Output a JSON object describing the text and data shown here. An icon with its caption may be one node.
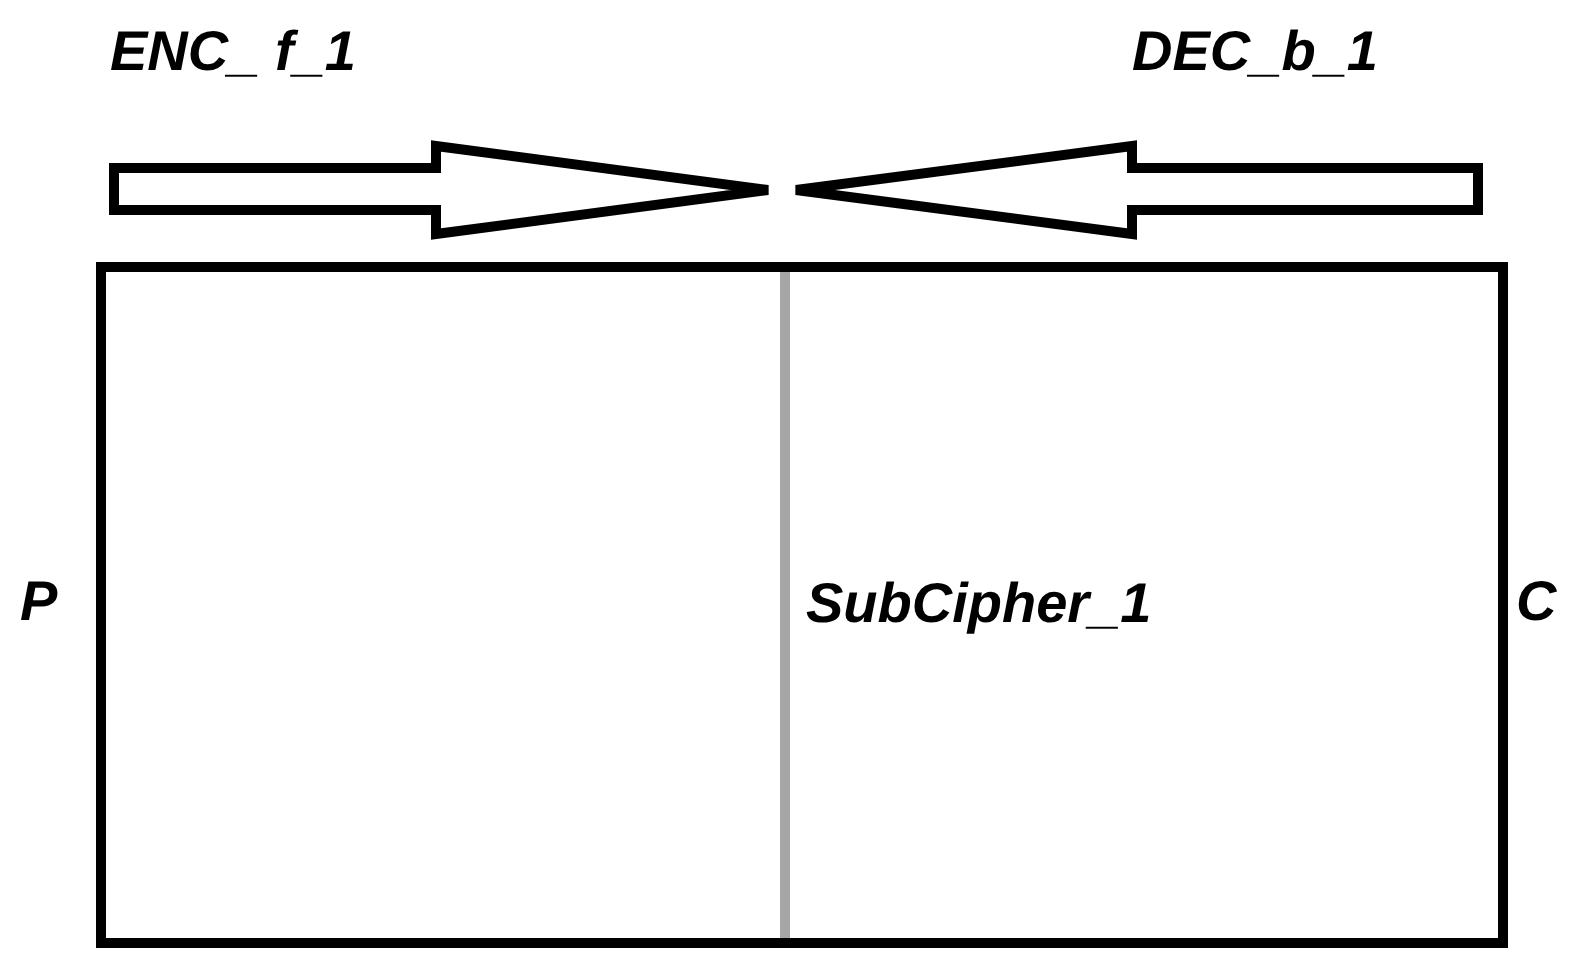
{
  "diagram": {
    "nodes": [
      {
        "text": [
          "SubCipher_1"
        ],
        "beside": [
          "P",
          "C"
        ]
      }
    ],
    "labels": [
      "ENC_ f_1",
      "DEC_b_1"
    ]
  }
}
